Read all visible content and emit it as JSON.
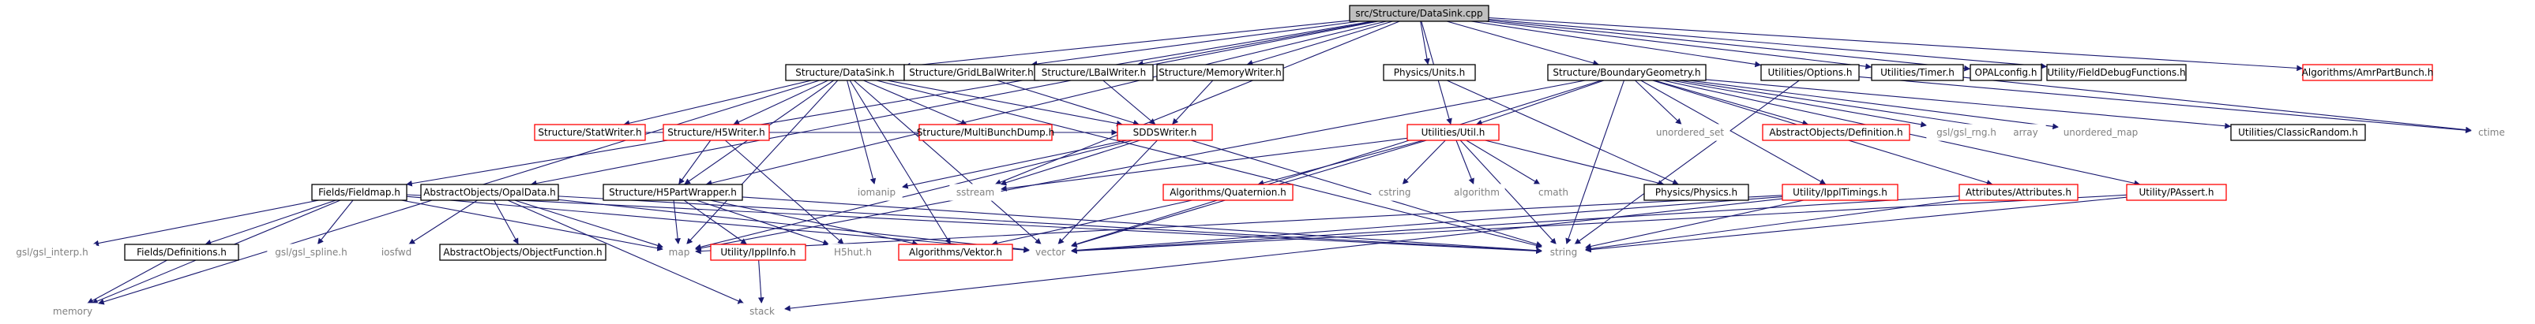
{
  "diagram": {
    "kind": "include-dependency-graph",
    "colors": {
      "edge": "#191970",
      "root_fill": "#bfbfbf",
      "local_border": "#000000",
      "undocumented_border": "#ff0000",
      "system_text": "#808080"
    },
    "nodes": [
      {
        "id": "root",
        "label": "src/Structure/DataSink.cpp",
        "style": "root"
      },
      {
        "id": "datasink_h",
        "label": "Structure/DataSink.h",
        "style": "local"
      },
      {
        "id": "gridlbal",
        "label": "Structure/GridLBalWriter.h",
        "style": "local"
      },
      {
        "id": "lbal",
        "label": "Structure/LBalWriter.h",
        "style": "local"
      },
      {
        "id": "memwriter",
        "label": "Structure/MemoryWriter.h",
        "style": "local"
      },
      {
        "id": "units",
        "label": "Physics/Units.h",
        "style": "local"
      },
      {
        "id": "boundgeom",
        "label": "Structure/BoundaryGeometry.h",
        "style": "local"
      },
      {
        "id": "options",
        "label": "Utilities/Options.h",
        "style": "local"
      },
      {
        "id": "timer",
        "label": "Utilities/Timer.h",
        "style": "local"
      },
      {
        "id": "opalconfig",
        "label": "OPALconfig.h",
        "style": "local"
      },
      {
        "id": "fielddebug",
        "label": "Utility/FieldDebugFunctions.h",
        "style": "local"
      },
      {
        "id": "amrpart",
        "label": "Algorithms/AmrPartBunch.h",
        "style": "red"
      },
      {
        "id": "statwriter",
        "label": "Structure/StatWriter.h",
        "style": "red"
      },
      {
        "id": "h5writer",
        "label": "Structure/H5Writer.h",
        "style": "red"
      },
      {
        "id": "multibunch",
        "label": "Structure/MultiBunchDump.h",
        "style": "red"
      },
      {
        "id": "sddswriter",
        "label": "SDDSWriter.h",
        "style": "red"
      },
      {
        "id": "util_h",
        "label": "Utilities/Util.h",
        "style": "red"
      },
      {
        "id": "unordered_set",
        "label": "unordered_set",
        "style": "system"
      },
      {
        "id": "abs_def",
        "label": "AbstractObjects/Definition.h",
        "style": "red"
      },
      {
        "id": "gsl_rng",
        "label": "gsl/gsl_rng.h",
        "style": "system"
      },
      {
        "id": "array",
        "label": "array",
        "style": "system"
      },
      {
        "id": "unordered_map",
        "label": "unordered_map",
        "style": "system"
      },
      {
        "id": "classicrandom",
        "label": "Utilities/ClassicRandom.h",
        "style": "local"
      },
      {
        "id": "ctime",
        "label": "ctime",
        "style": "system"
      },
      {
        "id": "fieldmap",
        "label": "Fields/Fieldmap.h",
        "style": "local"
      },
      {
        "id": "opaldata",
        "label": "AbstractObjects/OpalData.h",
        "style": "local"
      },
      {
        "id": "h5partwrapper",
        "label": "Structure/H5PartWrapper.h",
        "style": "local"
      },
      {
        "id": "iomanip",
        "label": "iomanip",
        "style": "system"
      },
      {
        "id": "sstream",
        "label": "sstream",
        "style": "system"
      },
      {
        "id": "quaternion",
        "label": "Algorithms/Quaternion.h",
        "style": "red"
      },
      {
        "id": "cstring",
        "label": "cstring",
        "style": "system"
      },
      {
        "id": "algorithm",
        "label": "algorithm",
        "style": "system"
      },
      {
        "id": "cmath",
        "label": "cmath",
        "style": "system"
      },
      {
        "id": "physics",
        "label": "Physics/Physics.h",
        "style": "local"
      },
      {
        "id": "ippltimings",
        "label": "Utility/IpplTimings.h",
        "style": "red"
      },
      {
        "id": "attributes",
        "label": "Attributes/Attributes.h",
        "style": "red"
      },
      {
        "id": "passert",
        "label": "Utility/PAssert.h",
        "style": "red"
      },
      {
        "id": "gsl_interp",
        "label": "gsl/gsl_interp.h",
        "style": "system"
      },
      {
        "id": "fields_def",
        "label": "Fields/Definitions.h",
        "style": "local"
      },
      {
        "id": "gsl_spline",
        "label": "gsl/gsl_spline.h",
        "style": "system"
      },
      {
        "id": "iosfwd",
        "label": "iosfwd",
        "style": "system"
      },
      {
        "id": "objfunc",
        "label": "AbstractObjects/ObjectFunction.h",
        "style": "local"
      },
      {
        "id": "map",
        "label": "map",
        "style": "system"
      },
      {
        "id": "ipplinfo",
        "label": "Utility/IpplInfo.h",
        "style": "red"
      },
      {
        "id": "h5hut",
        "label": "H5hut.h",
        "style": "system"
      },
      {
        "id": "vektor",
        "label": "Algorithms/Vektor.h",
        "style": "red"
      },
      {
        "id": "vector",
        "label": "vector",
        "style": "system"
      },
      {
        "id": "string",
        "label": "string",
        "style": "system"
      },
      {
        "id": "memory",
        "label": "memory",
        "style": "system"
      },
      {
        "id": "stack",
        "label": "stack",
        "style": "system"
      }
    ],
    "edges": [
      [
        "root",
        "datasink_h"
      ],
      [
        "root",
        "gridlbal"
      ],
      [
        "root",
        "lbal"
      ],
      [
        "root",
        "memwriter"
      ],
      [
        "root",
        "units"
      ],
      [
        "root",
        "boundgeom"
      ],
      [
        "root",
        "options"
      ],
      [
        "root",
        "timer"
      ],
      [
        "root",
        "opalconfig"
      ],
      [
        "root",
        "fielddebug"
      ],
      [
        "root",
        "amrpart"
      ],
      [
        "root",
        "fieldmap"
      ],
      [
        "root",
        "opaldata"
      ],
      [
        "root",
        "h5partwrapper"
      ],
      [
        "root",
        "util_h"
      ],
      [
        "root",
        "sstream"
      ],
      [
        "datasink_h",
        "statwriter"
      ],
      [
        "datasink_h",
        "h5writer"
      ],
      [
        "datasink_h",
        "multibunch"
      ],
      [
        "datasink_h",
        "sddswriter"
      ],
      [
        "datasink_h",
        "iomanip"
      ],
      [
        "datasink_h",
        "memory"
      ],
      [
        "datasink_h",
        "vektor"
      ],
      [
        "datasink_h",
        "map"
      ],
      [
        "datasink_h",
        "string"
      ],
      [
        "datasink_h",
        "vector"
      ],
      [
        "datasink_h",
        "h5partwrapper"
      ],
      [
        "gridlbal",
        "sddswriter"
      ],
      [
        "lbal",
        "sddswriter"
      ],
      [
        "memwriter",
        "sddswriter"
      ],
      [
        "units",
        "physics"
      ],
      [
        "boundgeom",
        "util_h"
      ],
      [
        "boundgeom",
        "unordered_set"
      ],
      [
        "boundgeom",
        "abs_def"
      ],
      [
        "boundgeom",
        "gsl_rng"
      ],
      [
        "boundgeom",
        "array"
      ],
      [
        "boundgeom",
        "unordered_map"
      ],
      [
        "boundgeom",
        "classicrandom"
      ],
      [
        "boundgeom",
        "ippltimings"
      ],
      [
        "boundgeom",
        "attributes"
      ],
      [
        "boundgeom",
        "passert"
      ],
      [
        "boundgeom",
        "vector"
      ],
      [
        "boundgeom",
        "string"
      ],
      [
        "boundgeom",
        "map"
      ],
      [
        "options",
        "ctime"
      ],
      [
        "options",
        "string"
      ],
      [
        "timer",
        "ctime"
      ],
      [
        "statwriter",
        "sddswriter"
      ],
      [
        "h5writer",
        "h5partwrapper"
      ],
      [
        "h5writer",
        "h5hut"
      ],
      [
        "sddswriter",
        "iomanip"
      ],
      [
        "sddswriter",
        "sstream"
      ],
      [
        "sddswriter",
        "vector"
      ],
      [
        "sddswriter",
        "map"
      ],
      [
        "sddswriter",
        "string"
      ],
      [
        "util_h",
        "sstream"
      ],
      [
        "util_h",
        "quaternion"
      ],
      [
        "util_h",
        "cstring"
      ],
      [
        "util_h",
        "algorithm"
      ],
      [
        "util_h",
        "cmath"
      ],
      [
        "util_h",
        "string"
      ],
      [
        "util_h",
        "vector"
      ],
      [
        "util_h",
        "physics"
      ],
      [
        "fieldmap",
        "gsl_interp"
      ],
      [
        "fieldmap",
        "fields_def"
      ],
      [
        "fieldmap",
        "gsl_spline"
      ],
      [
        "fieldmap",
        "map"
      ],
      [
        "fieldmap",
        "string"
      ],
      [
        "fieldmap",
        "vector"
      ],
      [
        "fieldmap",
        "memory"
      ],
      [
        "fields_def",
        "memory"
      ],
      [
        "opaldata",
        "iosfwd"
      ],
      [
        "opaldata",
        "objfunc"
      ],
      [
        "opaldata",
        "map"
      ],
      [
        "opaldata",
        "string"
      ],
      [
        "opaldata",
        "stack"
      ],
      [
        "opaldata",
        "vector"
      ],
      [
        "h5partwrapper",
        "h5hut"
      ],
      [
        "h5partwrapper",
        "ipplinfo"
      ],
      [
        "h5partwrapper",
        "map"
      ],
      [
        "h5partwrapper",
        "string"
      ],
      [
        "h5partwrapper",
        "vektor"
      ],
      [
        "quaternion",
        "vektor"
      ],
      [
        "ippltimings",
        "map"
      ],
      [
        "ippltimings",
        "string"
      ],
      [
        "ippltimings",
        "stack"
      ],
      [
        "ippltimings",
        "vector"
      ],
      [
        "ipplinfo",
        "stack"
      ],
      [
        "attributes",
        "string"
      ],
      [
        "attributes",
        "vector"
      ],
      [
        "passert",
        "string"
      ],
      [
        "passert",
        "vector"
      ]
    ]
  }
}
